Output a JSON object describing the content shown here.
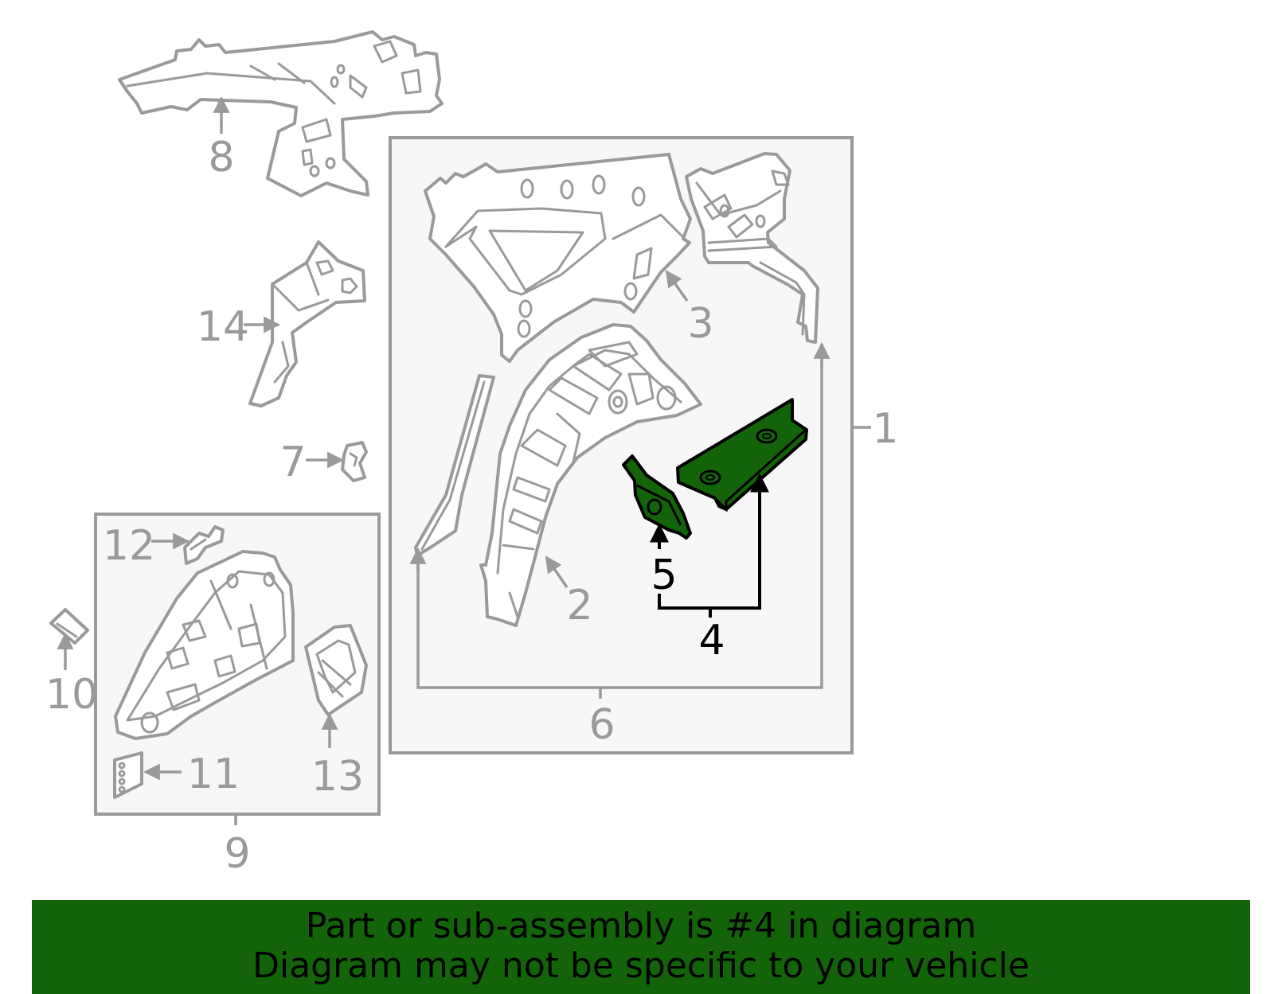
{
  "colors": {
    "outline": "#9a9a9a",
    "highlight_fill": "#136409",
    "highlight_outline": "#000000",
    "banner_bg": "#136409",
    "box_fill": "#f7f7f7"
  },
  "callouts": {
    "c1": "1",
    "c2": "2",
    "c3": "3",
    "c4": "4",
    "c5": "5",
    "c6": "6",
    "c7": "7",
    "c8": "8",
    "c9": "9",
    "c10": "10",
    "c11": "11",
    "c12": "12",
    "c13": "13",
    "c14": "14"
  },
  "highlighted_part": "4",
  "banner": {
    "line1": "Part or sub-assembly is #4 in diagram",
    "line2": "Diagram may not be specific to your vehicle"
  }
}
